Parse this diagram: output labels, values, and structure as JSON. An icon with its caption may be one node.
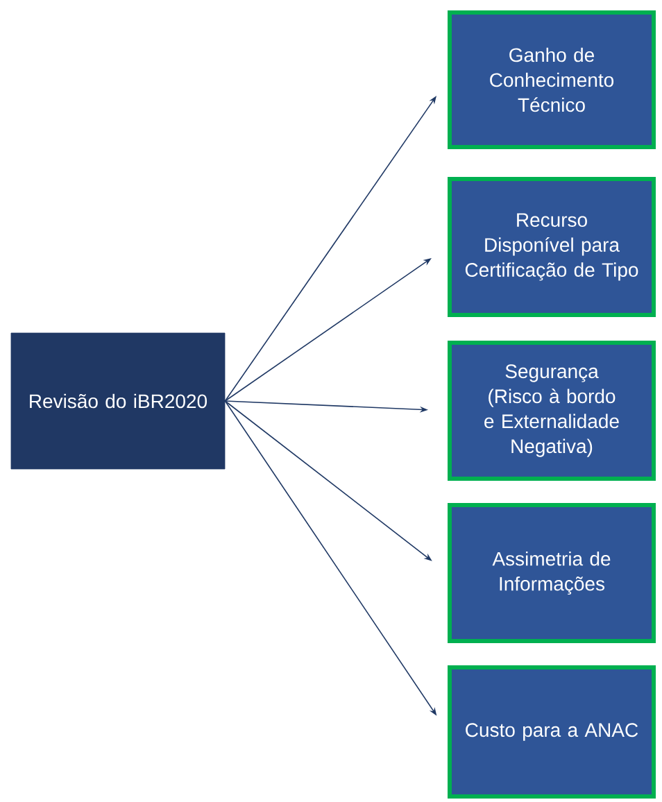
{
  "diagram": {
    "nodes": [
      {
        "text": [
          "Revisão do iBR2020"
        ]
      },
      {
        "text": [
          "Ganho de Conhecimento Técnico"
        ]
      },
      {
        "text": [
          "Recurso Disponível para Certificação de Tipo"
        ]
      },
      {
        "text": [
          "Segurança (Risco à bordo e Externalidade Negativa)"
        ]
      },
      {
        "text": [
          "Assimetria de Informações"
        ]
      },
      {
        "text": [
          "Custo para a ANAC"
        ]
      }
    ],
    "edges": [
      {
        "from": 0,
        "to": 1,
        "arrow": "to"
      },
      {
        "from": 0,
        "to": 2,
        "arrow": "to"
      },
      {
        "from": 0,
        "to": 3,
        "arrow": "to"
      },
      {
        "from": 0,
        "to": 4,
        "arrow": "to"
      },
      {
        "from": 0,
        "to": 5,
        "arrow": "to"
      }
    ]
  }
}
